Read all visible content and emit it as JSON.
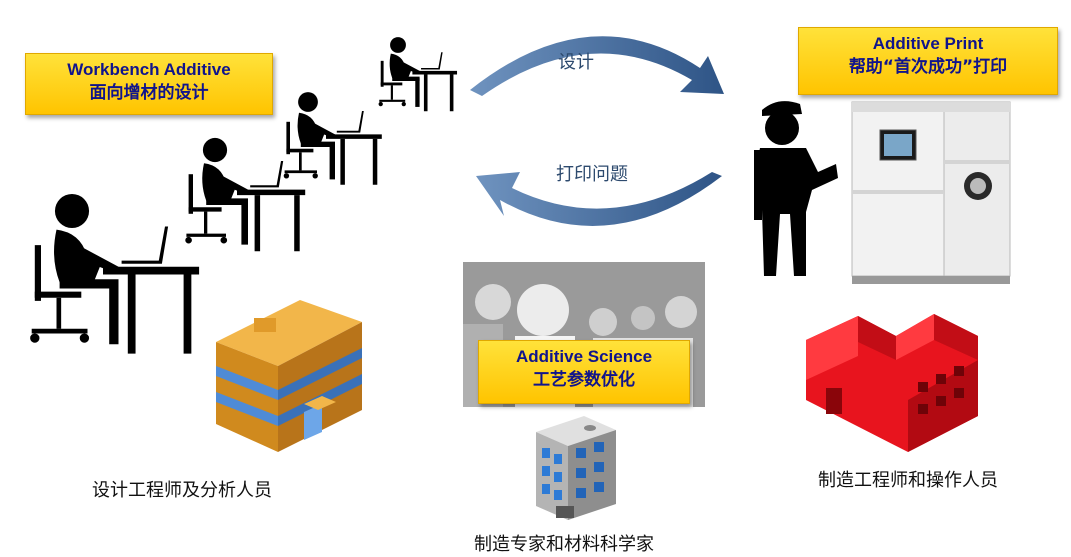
{
  "workbench_box": {
    "title": "Workbench Additive",
    "subtitle": "面向增材的设计"
  },
  "print_box": {
    "title": "Additive Print",
    "subtitle": "帮助“首次成功”打印"
  },
  "science_box": {
    "title": "Additive Science",
    "subtitle": "工艺参数优化"
  },
  "arrows": {
    "top_label": "设计",
    "bottom_label": "打印问题"
  },
  "captions": {
    "designers": "设计工程师及分析人员",
    "operators": "制造工程师和操作人员",
    "scientists": "制造专家和材料科学家"
  },
  "colors": {
    "label_bg": "#ffd21a",
    "label_text": "#10148c",
    "arrow": "#3f6797",
    "factory_red": "#e8141e"
  },
  "icons": [
    "workstation-icon",
    "office-building-icon",
    "operator-icon",
    "3d-printer-icon",
    "factory-icon",
    "lab-building-icon"
  ]
}
